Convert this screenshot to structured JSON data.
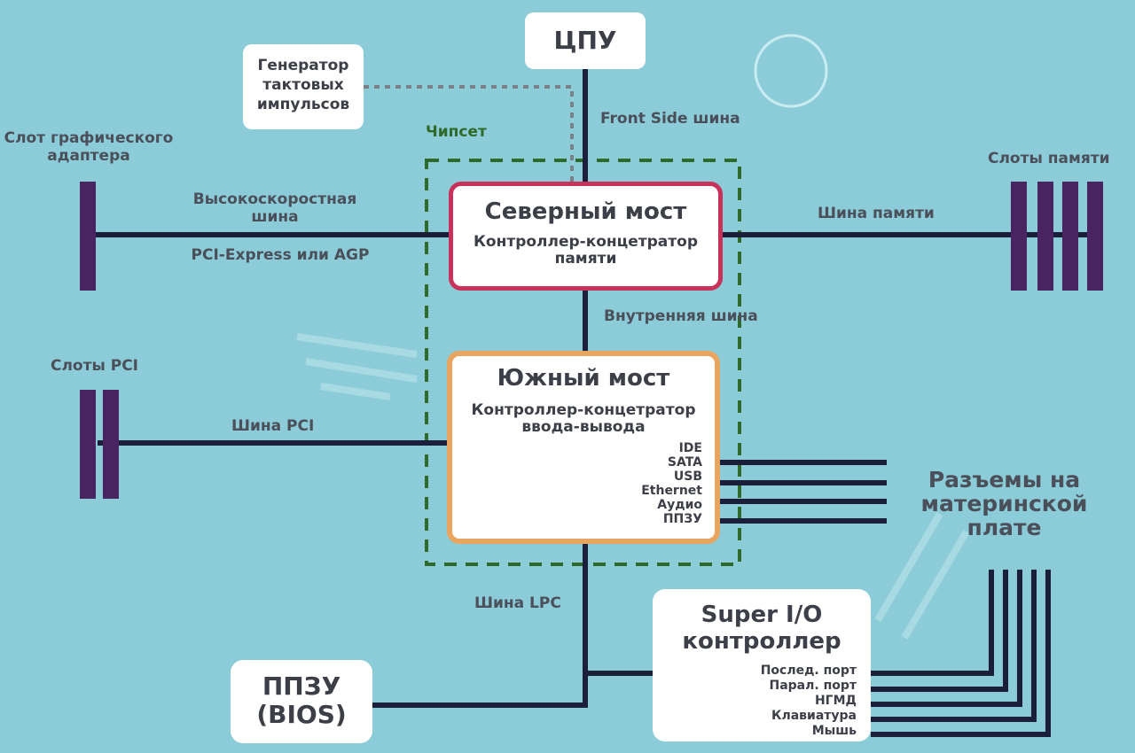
{
  "colors": {
    "background": "#8cccd8",
    "bus_line": "#1c1f3a",
    "slot": "#4a2460",
    "north_border": "#c8325a",
    "south_border": "#e8a560",
    "chipset_border": "#2e6a2a"
  },
  "cpu": {
    "label": "ЦПУ"
  },
  "clock": {
    "lines": [
      "Генератор",
      "тактовых",
      "импульсов"
    ]
  },
  "fsb": {
    "label": "Front Side шина"
  },
  "chipset": {
    "label": "Чипсет"
  },
  "northbridge": {
    "title": "Северный мост",
    "subtitle_lines": [
      "Контроллер-концетратор",
      "памяти"
    ]
  },
  "southbridge": {
    "title": "Южный мост",
    "subtitle_lines": [
      "Контроллер-концетратор",
      "ввода-вывода"
    ],
    "ports": [
      "IDE",
      "SATA",
      "USB",
      "Ethernet",
      "Аудио",
      "ППЗУ"
    ]
  },
  "internal_bus": {
    "label": "Внутренняя шина"
  },
  "graphics": {
    "slot_label_lines": [
      "Слот графического",
      "адаптера"
    ],
    "bus_label_lines": [
      "Высокоскоростная",
      "шина"
    ],
    "bus_sub": "PCI-Express или AGP"
  },
  "memory": {
    "slot_label": "Слоты памяти",
    "bus_label": "Шина памяти"
  },
  "pci": {
    "slot_label": "Слоты PCI",
    "bus_label": "Шина PCI"
  },
  "lpc": {
    "label": "Шина LPC"
  },
  "bios": {
    "lines": [
      "ППЗУ",
      "(BIOS)"
    ]
  },
  "superio": {
    "title_lines": [
      "Super I/O",
      "контроллер"
    ],
    "ports": [
      "Послед. порт",
      "Парал. порт",
      "НГМД",
      "Клавиатура",
      "Мышь"
    ]
  },
  "motherboard_connectors": {
    "lines": [
      "Разъемы на",
      "материнской",
      "плате"
    ]
  }
}
